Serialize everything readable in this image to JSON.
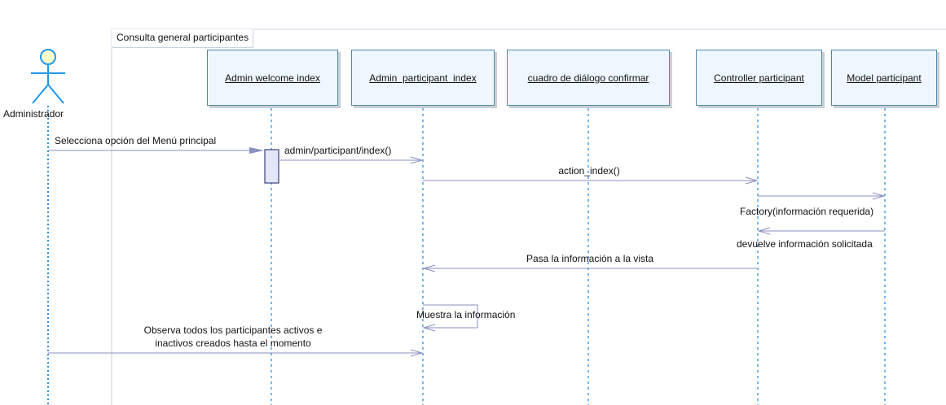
{
  "frame": {
    "title": "Consulta general participantes"
  },
  "actor": {
    "name": "Administrador"
  },
  "lifelines": [
    {
      "id": "admin_welcome",
      "label": "Admin welcome index"
    },
    {
      "id": "admin_participant",
      "label": "Admin  participant  index"
    },
    {
      "id": "dialog_confirm",
      "label": "cuadro de diálogo confirmar"
    },
    {
      "id": "controller",
      "label": "Controller participant"
    },
    {
      "id": "model",
      "label": "Model participant"
    }
  ],
  "messages": [
    {
      "from": "actor",
      "to": "admin_welcome",
      "label": "Selecciona opción del Menú principal",
      "kind": "sync"
    },
    {
      "from": "admin_welcome",
      "to": "admin_participant",
      "label": "admin/participant/index()",
      "kind": "async"
    },
    {
      "from": "admin_participant",
      "to": "controller",
      "label": "action_index()",
      "kind": "async"
    },
    {
      "from": "controller",
      "to": "model",
      "label": "Factory(información requerida)",
      "kind": "async"
    },
    {
      "from": "model",
      "to": "controller",
      "label": "devuelve información solicitada",
      "kind": "async"
    },
    {
      "from": "controller",
      "to": "admin_participant",
      "label": "Pasa la información a la vista",
      "kind": "async"
    },
    {
      "from": "admin_participant",
      "to": "admin_participant",
      "label": "Muestra la información",
      "kind": "self"
    },
    {
      "from": "actor",
      "to": "admin_participant",
      "label_lines": [
        "Observa todos los participantes activos e",
        "inactivos creados hasta el momento"
      ],
      "kind": "async"
    }
  ],
  "colors": {
    "line": "#8a8fc0",
    "lifeline": "#2f8ee0",
    "actor_fill": "#ffffcc",
    "actor_stroke": "#1f97e8",
    "box_border": "#4f88ad",
    "activation_fill": "#e4e6f7"
  }
}
